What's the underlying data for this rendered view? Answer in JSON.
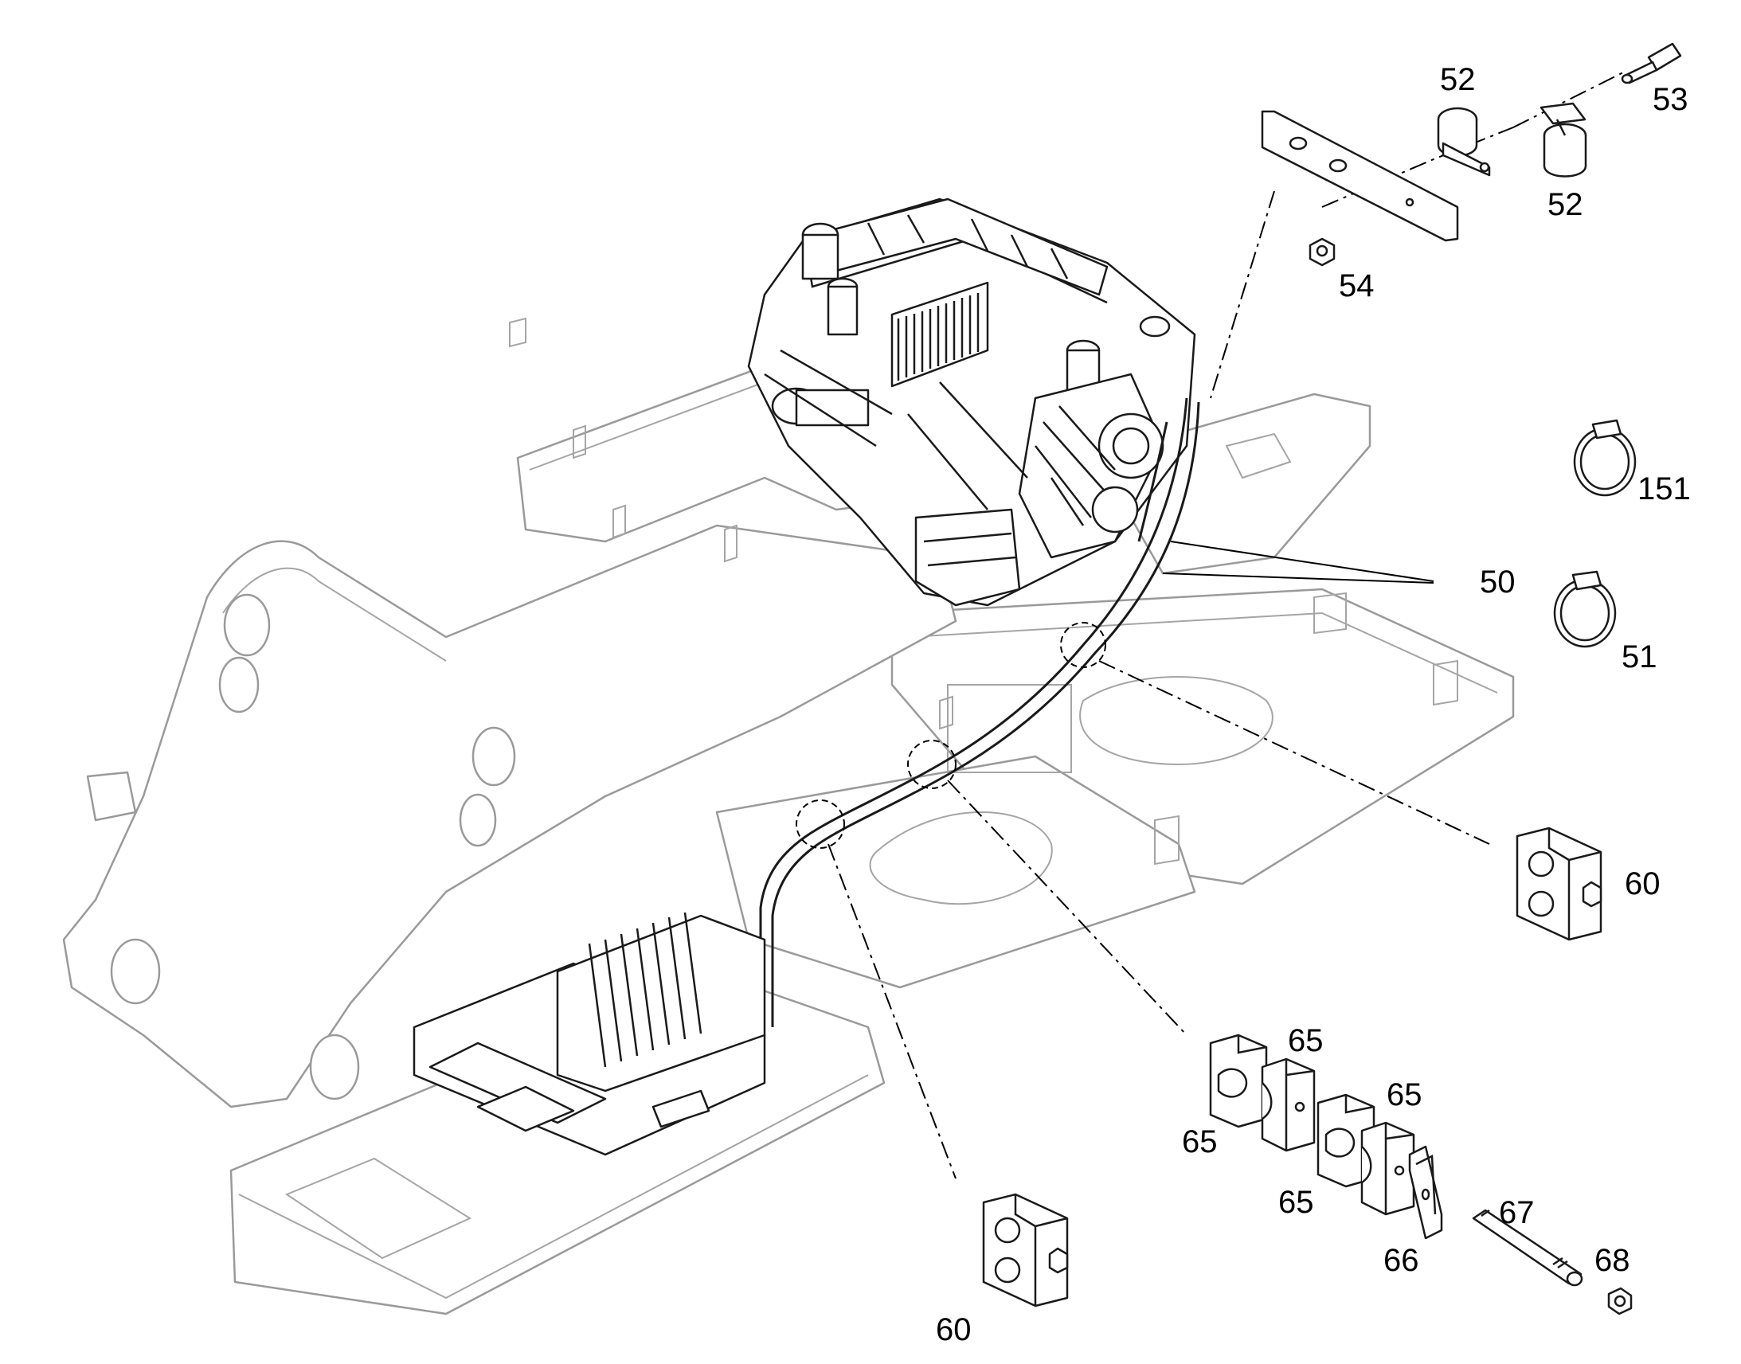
{
  "callouts": {
    "c52_top": "52",
    "c53": "53",
    "c52_bottom": "52",
    "c54": "54",
    "c151": "151",
    "c50": "50",
    "c51": "51",
    "c60_right": "60",
    "c65_a": "65",
    "c65_b": "65",
    "c65_c": "65",
    "c65_d": "65",
    "c67": "67",
    "c66": "66",
    "c68": "68",
    "c60_bottom": "60"
  }
}
